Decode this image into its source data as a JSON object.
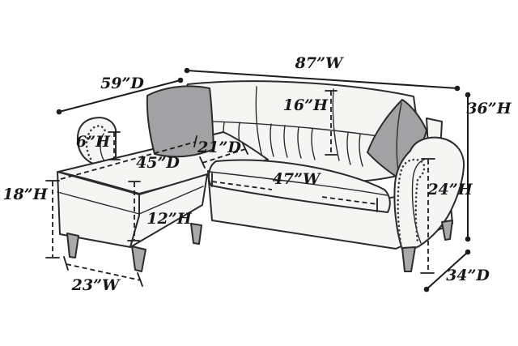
{
  "figure": {
    "kind": "furniture dimension diagram",
    "subject": "sectional sofa with reversible chaise, nailhead trim arms, two accent pillows, tapered legs",
    "colors": {
      "line": "#2b2b2b",
      "fabric": "#f5f5f3",
      "pillow": "#a2a2a5",
      "leg": "#a9a9a9",
      "background": "#ffffff"
    }
  },
  "annotations": [
    {
      "id": "w87",
      "label": "87”W",
      "inches": 87,
      "dimension": "width",
      "line_style": "solid-with-dots"
    },
    {
      "id": "d59",
      "label": "59”D",
      "inches": 59,
      "dimension": "depth",
      "line_style": "solid-with-dots"
    },
    {
      "id": "h36",
      "label": "36”H",
      "inches": 36,
      "dimension": "height",
      "line_style": "solid-with-dots"
    },
    {
      "id": "h16",
      "label": "16”H",
      "inches": 16,
      "dimension": "height",
      "line_style": "dashed-with-ticks"
    },
    {
      "id": "h6",
      "label": "6”H",
      "inches": 6,
      "dimension": "height",
      "line_style": "dashed-with-ticks"
    },
    {
      "id": "d45",
      "label": "45”D",
      "inches": 45,
      "dimension": "depth",
      "line_style": "dashed-with-ticks"
    },
    {
      "id": "d21",
      "label": "21”D",
      "inches": 21,
      "dimension": "depth",
      "line_style": "dashed-with-ticks"
    },
    {
      "id": "w47",
      "label": "47”W",
      "inches": 47,
      "dimension": "width",
      "line_style": "dashed-with-ticks"
    },
    {
      "id": "h24",
      "label": "24”H",
      "inches": 24,
      "dimension": "height",
      "line_style": "dashed-with-ticks"
    },
    {
      "id": "h18",
      "label": "18”H",
      "inches": 18,
      "dimension": "height",
      "line_style": "dashed-with-ticks"
    },
    {
      "id": "h12",
      "label": "12”H",
      "inches": 12,
      "dimension": "height",
      "line_style": "dashed-with-ticks"
    },
    {
      "id": "w23",
      "label": "23”W",
      "inches": 23,
      "dimension": "width",
      "line_style": "dashed-with-ticks"
    },
    {
      "id": "d34",
      "label": "34”D",
      "inches": 34,
      "dimension": "depth",
      "line_style": "solid-with-dots"
    }
  ]
}
